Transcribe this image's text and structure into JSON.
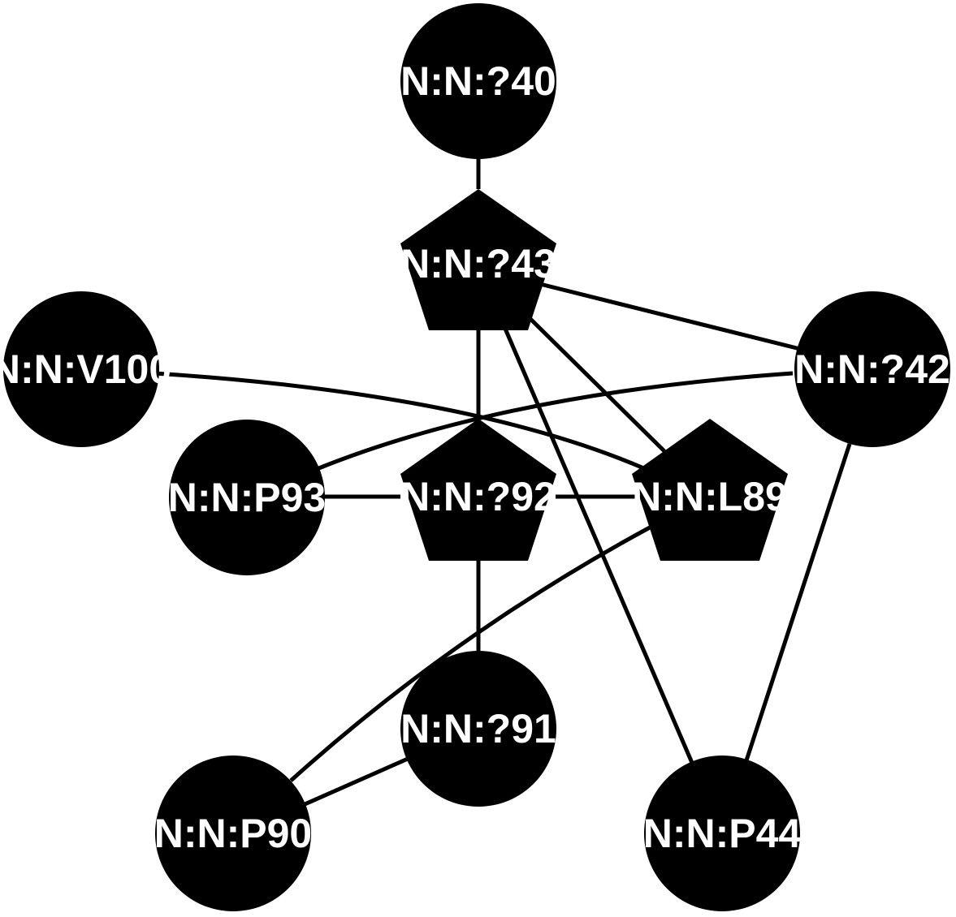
{
  "colors": {
    "node_fill": "#000000",
    "label": "#ffffff",
    "edge": "#000000",
    "background": "#ffffff"
  },
  "nodes": [
    {
      "id": "n40",
      "label": "N:N:?40",
      "shape": "circle"
    },
    {
      "id": "n43",
      "label": "N:N:?43",
      "shape": "pentagon"
    },
    {
      "id": "nV100",
      "label": "N:N:V100",
      "shape": "circle"
    },
    {
      "id": "n42",
      "label": "N:N:?42",
      "shape": "circle"
    },
    {
      "id": "nP93",
      "label": "N:N:P93",
      "shape": "circle"
    },
    {
      "id": "n92",
      "label": "N:N:?92",
      "shape": "pentagon"
    },
    {
      "id": "nL89",
      "label": "N:N:L89",
      "shape": "pentagon"
    },
    {
      "id": "n91",
      "label": "N:N:?91",
      "shape": "circle"
    },
    {
      "id": "nP90",
      "label": "N:N:P90",
      "shape": "circle"
    },
    {
      "id": "nP44",
      "label": "N:N:P44",
      "shape": "circle"
    }
  ],
  "edges": [
    {
      "from": "n40",
      "to": "n43"
    },
    {
      "from": "n43",
      "to": "n92"
    },
    {
      "from": "n43",
      "to": "n42"
    },
    {
      "from": "n43",
      "to": "nL89"
    },
    {
      "from": "n43",
      "to": "nP44"
    },
    {
      "from": "nV100",
      "to": "nL89"
    },
    {
      "from": "n42",
      "to": "nP93"
    },
    {
      "from": "n42",
      "to": "nP44"
    },
    {
      "from": "nP93",
      "to": "n92"
    },
    {
      "from": "n92",
      "to": "nL89"
    },
    {
      "from": "n92",
      "to": "n91"
    },
    {
      "from": "nL89",
      "to": "nP90"
    },
    {
      "from": "n91",
      "to": "nP90"
    }
  ]
}
